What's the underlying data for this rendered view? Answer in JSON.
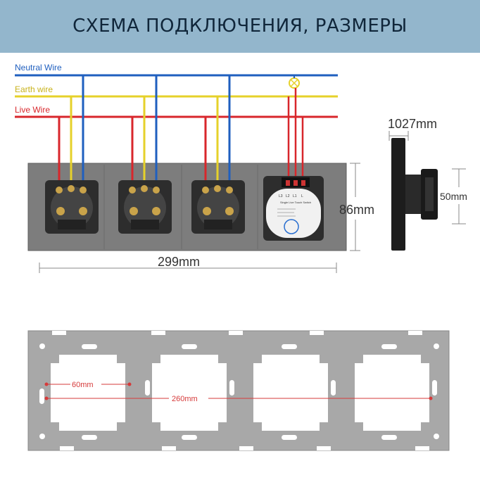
{
  "header": {
    "title": "СХЕМА ПОДКЛЮЧЕНИЯ, РАЗМЕРЫ"
  },
  "wires": {
    "neutral": {
      "label": "Neutral Wire",
      "color": "#1f5fbf"
    },
    "earth": {
      "label": "Earth wire",
      "color": "#e6d12a"
    },
    "live": {
      "label": "Live Wire",
      "color": "#d8262b"
    }
  },
  "switch": {
    "terminals": [
      "L3",
      "L2",
      "L1",
      "L"
    ],
    "label": "Single Live Touch Switch"
  },
  "dimensions": {
    "width": "299mm",
    "height": "86mm",
    "depth": "1027mm",
    "module_depth": "50mm",
    "hole_spacing": "60mm",
    "frame_span": "260mm"
  },
  "colors": {
    "frame": "#9a9a9a",
    "plate": "#a8a8a8",
    "panel": "#7d7d7d",
    "dim": "#d63a3a"
  }
}
